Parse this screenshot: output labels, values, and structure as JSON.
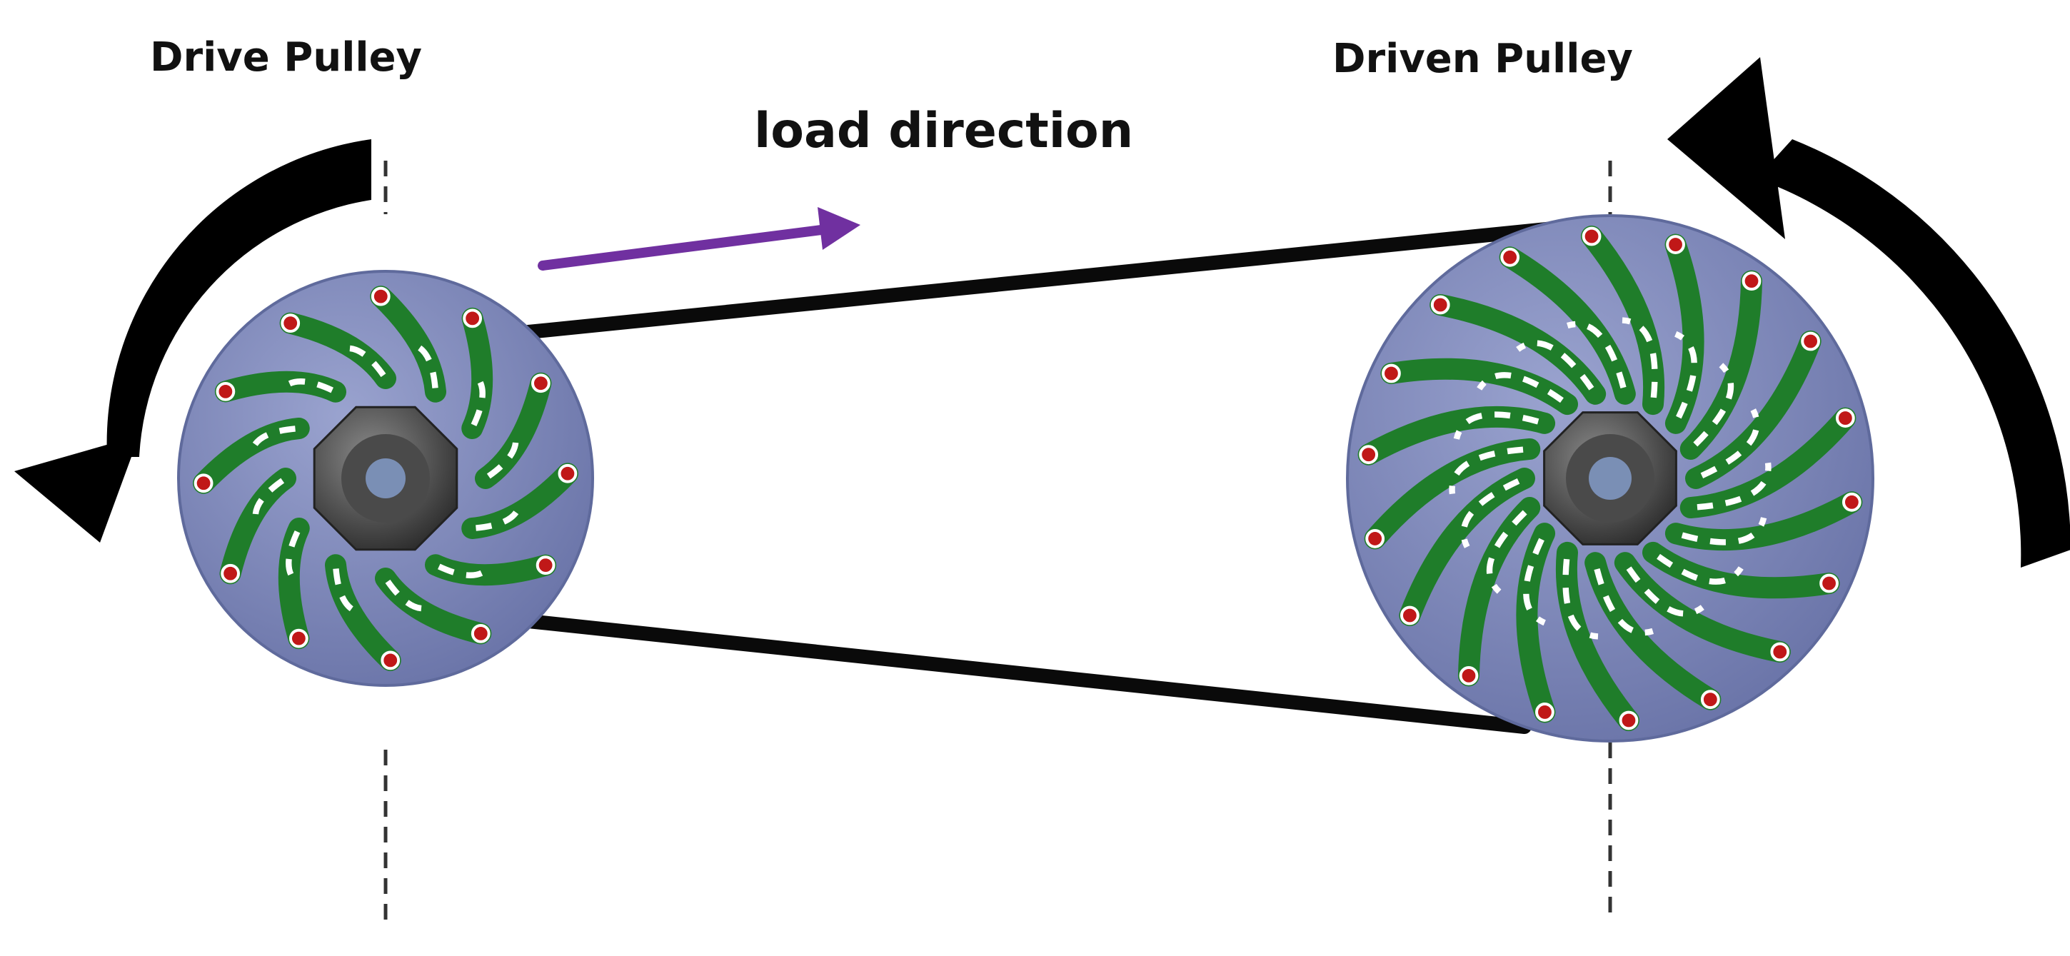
{
  "labels": {
    "drive_pulley": "Drive Pulley",
    "driven_pulley": "Driven Pulley",
    "load_direction": "load direction"
  },
  "colors": {
    "background": "#ffffff",
    "pulley_disc": "#7b86b8",
    "pulley_disc_edge": "#5f6a9c",
    "blade_green": "#1f7d2a",
    "blade_white": "#ffffff",
    "blade_tip_red": "#c01818",
    "hub_dark": "#3a3a3a",
    "hub_mid": "#6a6a6a",
    "belt": "#0a0a0a",
    "rotation_arrow": "#000000",
    "load_arrow": "#7030a0",
    "center_line": "#333333"
  },
  "icons": {
    "drive_rotation": "counterclockwise-arrow-icon",
    "driven_rotation": "counterclockwise-arrow-icon",
    "load": "right-arrow-icon"
  },
  "pulleys": {
    "drive": {
      "blade_count": 12,
      "rotation": "counterclockwise"
    },
    "driven": {
      "blade_count": 18,
      "rotation": "counterclockwise"
    }
  }
}
